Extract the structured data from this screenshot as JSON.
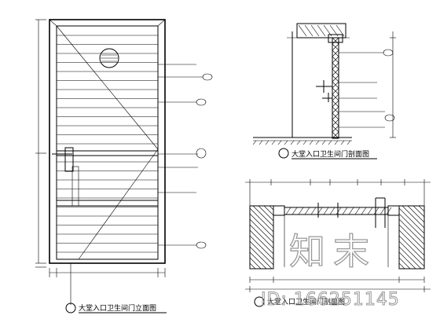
{
  "titles": {
    "door_elevation": "大堂入口卫生间门立面图",
    "vertical_section": "大堂入口卫生间门剖面图",
    "horizontal_section": "大堂入口卫生间门剖面图"
  },
  "watermark": {
    "logo": "知末",
    "id": "ID: 166251145"
  },
  "colors": {
    "line": "#000000",
    "watermark": "#9a9a9a"
  }
}
